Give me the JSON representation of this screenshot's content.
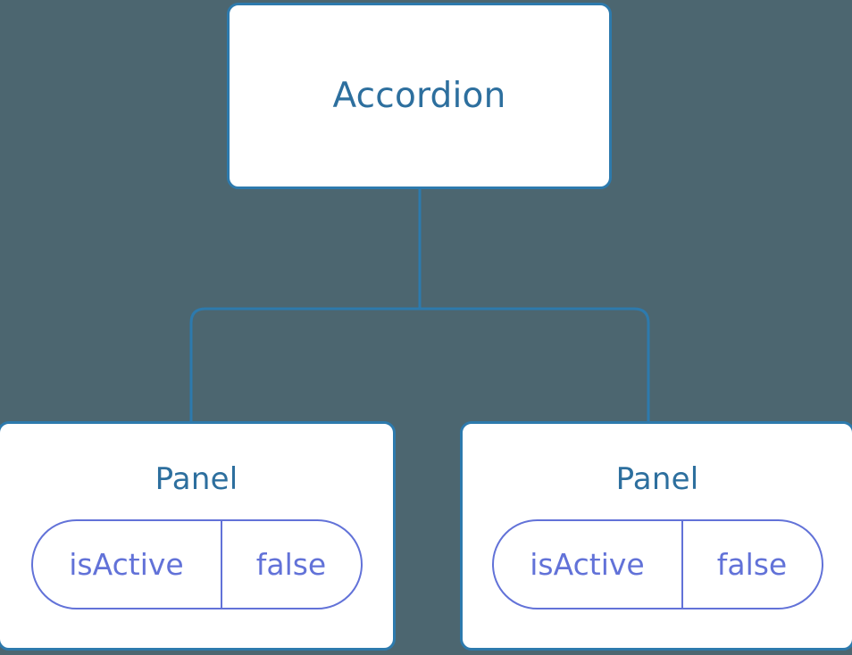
{
  "diagram": {
    "type": "component-tree",
    "background_color": "#4c6670",
    "node_border_color": "#2d7aad",
    "node_title_color": "#2d6f9e",
    "prop_color": "#6272d8",
    "edge_color": "#2d7aad",
    "root": {
      "title": "Accordion"
    },
    "children": [
      {
        "title": "Panel",
        "props": [
          {
            "key": "isActive",
            "value": "false"
          }
        ]
      },
      {
        "title": "Panel",
        "props": [
          {
            "key": "isActive",
            "value": "false"
          }
        ]
      }
    ]
  }
}
